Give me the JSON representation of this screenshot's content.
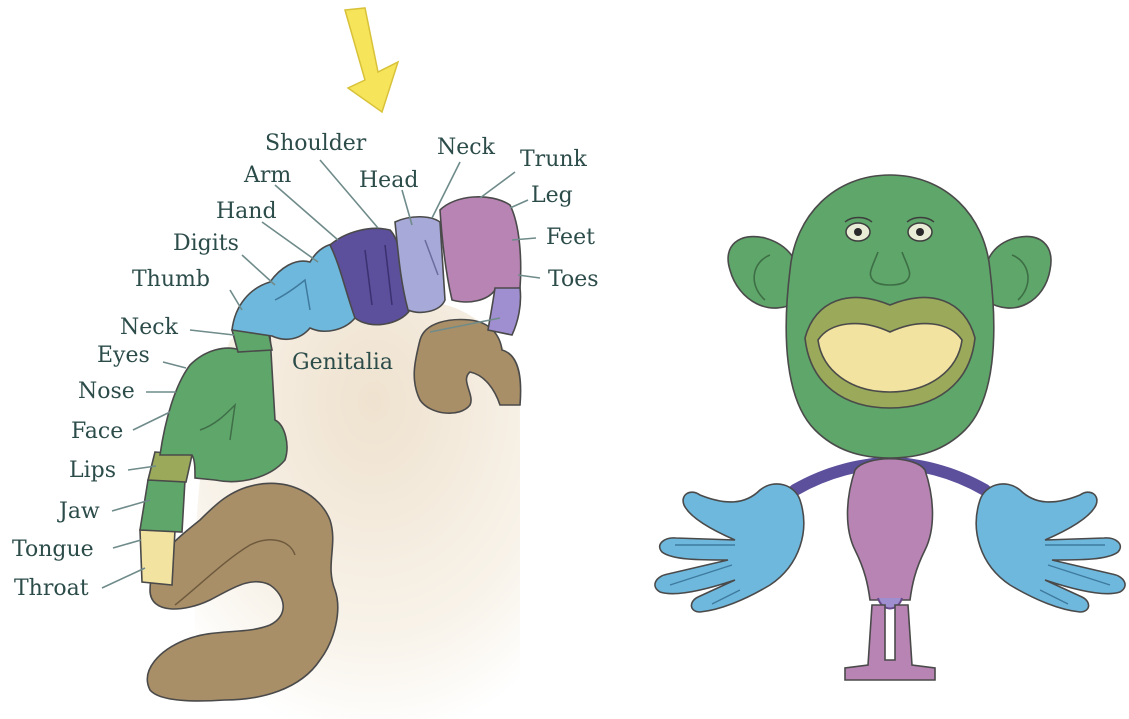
{
  "labels": {
    "shoulder": "Shoulder",
    "neck_top": "Neck",
    "trunk": "Trunk",
    "arm": "Arm",
    "head": "Head",
    "leg": "Leg",
    "hand": "Hand",
    "feet": "Feet",
    "digits": "Digits",
    "toes": "Toes",
    "thumb": "Thumb",
    "neck_left": "Neck",
    "genitalia": "Genitalia",
    "eyes": "Eyes",
    "nose": "Nose",
    "face": "Face",
    "lips": "Lips",
    "jaw": "Jaw",
    "tongue": "Tongue",
    "throat": "Throat"
  },
  "colors": {
    "arrow": "#f6e45a",
    "brown": "#a98f68",
    "face_green": "#5fa66a",
    "lip_olive": "#9aa95a",
    "tongue_yellow": "#f3e3a1",
    "hand_blue": "#6fb8dd",
    "purple_dark": "#5c4f9c",
    "lavender": "#a7a9d8",
    "pink_purple": "#b884b4",
    "violet": "#a08fd0",
    "leader": "#6f8b8a",
    "text": "#2c4c4a"
  }
}
